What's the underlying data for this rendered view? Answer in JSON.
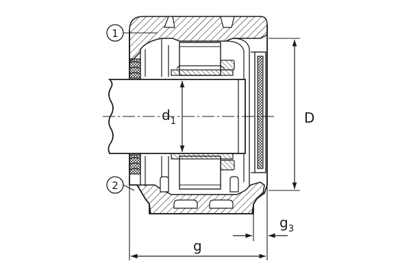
{
  "callouts": {
    "one": "1",
    "two": "2"
  },
  "dimensions": {
    "d_main": "d",
    "d_sub": "1",
    "D": "D",
    "g": "g",
    "g3_main": "g",
    "g3_sub": "3"
  },
  "colors": {
    "line": "#1a1a1a",
    "hatch": "#1a1a1a",
    "background": "#ffffff"
  }
}
